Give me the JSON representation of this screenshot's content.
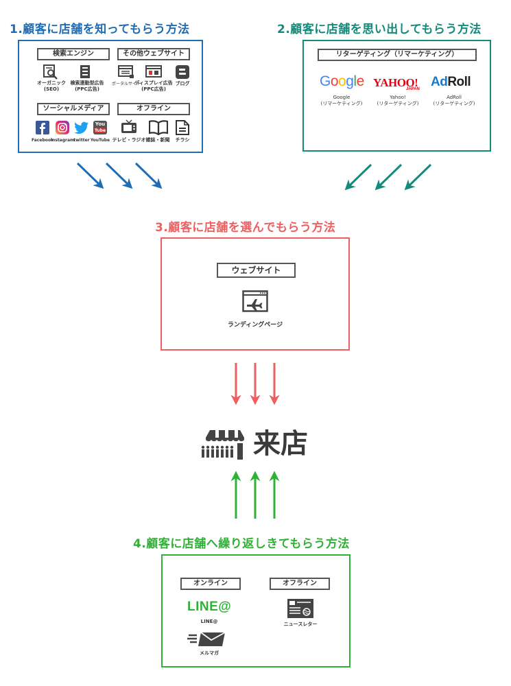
{
  "sections": {
    "s1": {
      "title": "1.顧客に店舗を知ってもらう方法",
      "groups": {
        "search": {
          "label": "検索エンジン",
          "items": [
            "オーガニック\n(SEO)",
            "検索連動型広告\n(PPC広告)"
          ]
        },
        "other_web": {
          "label": "その他ウェブサイト",
          "items": [
            "ポータルサイト",
            "ディスプレイ広告\n(PPC広告)",
            "ブログ"
          ]
        },
        "social": {
          "label": "ソーシャルメディア",
          "items": [
            "Facebook",
            "Instagram",
            "twitter",
            "YouTube"
          ]
        },
        "offline": {
          "label": "オフライン",
          "items": [
            "テレビ・ラジオ",
            "雑誌・新聞",
            "チラシ"
          ]
        }
      },
      "icon_text": {
        "youtube_you": "You",
        "youtube_tube": "Tube"
      }
    },
    "s2": {
      "title": "2.顧客に店舗を思い出してもらう方法",
      "tag": "リターゲティング（リマーケティング）",
      "brands": [
        {
          "logo": "Google",
          "label": "Google\n(リマーケティング)"
        },
        {
          "logo": "YAHOO!",
          "sub": "JAPAN",
          "label": "Yahoo!\n(リターゲティング)"
        },
        {
          "logo": "AdRoll",
          "label": "AdRoll\n(リターゲティング)"
        }
      ]
    },
    "s3": {
      "title": "3.顧客に店舗を選んでもらう方法",
      "tag": "ウェブサイト",
      "item": "ランディングページ"
    },
    "center": {
      "label": "来店"
    },
    "s4": {
      "title": "4.顧客に店舗へ繰り返しきてもらう方法",
      "online": {
        "tag": "オンライン",
        "line_logo": "LINE@",
        "line_label": "LINE@",
        "mail_label": "メルマガ"
      },
      "offline": {
        "tag": "オフライン",
        "news_label": "ニュースレター"
      }
    }
  },
  "colors": {
    "blue": "#1f6cb4",
    "teal": "#138a7a",
    "red": "#ee5f5f",
    "green": "#2fb136",
    "dark": "#3a3a3a"
  },
  "icons": [
    "magnifier-icon",
    "list-icon",
    "browser-list-icon",
    "display-ad-icon",
    "blog-icon",
    "facebook-icon",
    "instagram-icon",
    "twitter-icon",
    "youtube-icon",
    "tv-icon",
    "book-icon",
    "flyer-icon",
    "landing-page-icon",
    "store-icon",
    "mail-icon",
    "newsletter-icon",
    "arrow-icon"
  ]
}
